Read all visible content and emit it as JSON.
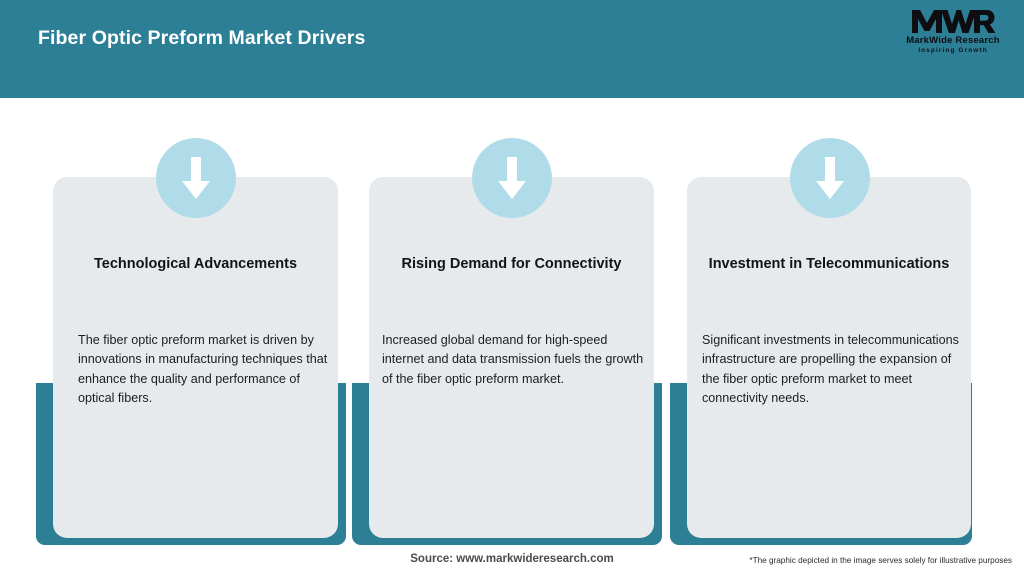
{
  "header": {
    "title": "Fiber Optic Preform Market Drivers",
    "background_color": "#2d7f95",
    "title_color": "#ffffff"
  },
  "logo": {
    "mark": "MWR",
    "name": "MarkWide Research",
    "tagline": "Inspiring Growth"
  },
  "theme": {
    "accent_teal": "#2d7f95",
    "panel_gray": "#e7eaec",
    "badge_blue": "#b0dbe9",
    "arrow_white": "#ffffff"
  },
  "cards": [
    {
      "icon": "arrow-down-icon",
      "title": "Technological Advancements",
      "body": "The fiber optic preform market is driven by innovations in manufacturing techniques that enhance the quality and performance of optical fibers."
    },
    {
      "icon": "arrow-down-icon",
      "title": "Rising Demand for Connectivity",
      "body": "Increased global demand for high-speed internet and data transmission fuels the growth of the fiber optic preform market."
    },
    {
      "icon": "arrow-down-icon",
      "title": "Investment in Telecommunications",
      "body": "Significant investments in telecommunications infrastructure are propelling the expansion of the fiber optic preform market to meet connectivity needs."
    }
  ],
  "footer": {
    "source": "Source: www.markwideresearch.com",
    "disclaimer": "*The graphic depicted in the image serves solely for illustrative purposes"
  }
}
